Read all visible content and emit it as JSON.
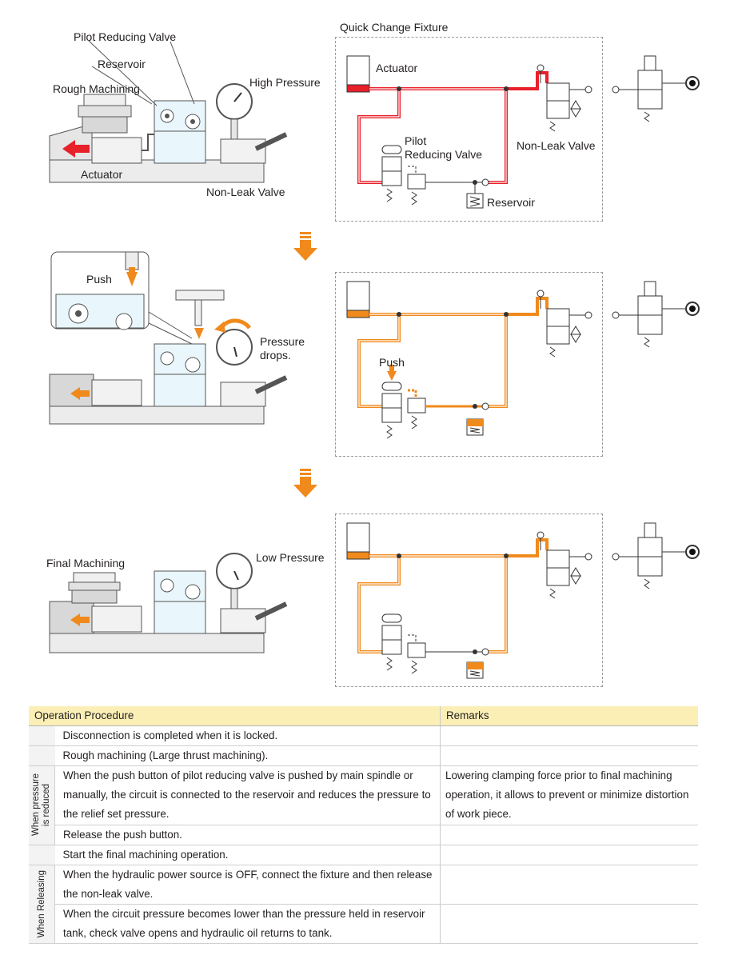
{
  "labels": {
    "quick_change_fixture": "Quick Change Fixture",
    "pilot_reducing_valve": "Pilot Reducing Valve",
    "reservoir": "Reservoir",
    "rough_machining": "Rough Machining",
    "high_pressure": "High Pressure",
    "actuator": "Actuator",
    "non_leak_valve": "Non-Leak Valve",
    "push": "Push",
    "pressure_drops_1": "Pressure",
    "pressure_drops_2": "drops.",
    "final_machining": "Final Machining",
    "low_pressure": "Low Pressure",
    "circ_actuator": "Actuator",
    "circ_pilot_1": "Pilot",
    "circ_pilot_2": "Reducing Valve",
    "circ_non_leak": "Non-Leak Valve",
    "circ_reservoir": "Reservoir",
    "circ_push": "Push"
  },
  "colors": {
    "high_pressure_line": "#e8202a",
    "low_pressure_line": "#f08a1c",
    "arrow_orange": "#f08a1c",
    "table_header": "#fbefb6",
    "row_shade": "#f3f3f3"
  },
  "table": {
    "headers": {
      "procedure": "Operation Procedure",
      "remarks": "Remarks"
    },
    "groups": {
      "reduced_1": "When pressure",
      "reduced_2": "is reduced",
      "releasing": "When Releasing"
    },
    "rows": [
      {
        "text": "Disconnection is completed when it is locked.",
        "remark": ""
      },
      {
        "text": "Rough machining (Large thrust machining).",
        "remark": ""
      },
      {
        "text": "When the push button of pilot reducing valve is pushed by main spindle or manually, the circuit is connected to the reservoir and reduces the pressure to the relief set pressure.",
        "remark": "Lowering clamping force prior to final machining operation, it allows to prevent or minimize distortion of work piece."
      },
      {
        "text": "Release the push button.",
        "remark": ""
      },
      {
        "text": "Start the final machining operation.",
        "remark": ""
      },
      {
        "text": "When the hydraulic power source is OFF, connect the fixture and then release the non-leak valve.",
        "remark": ""
      },
      {
        "text": "When the circuit pressure becomes lower than the pressure held in reservoir tank, check valve opens and hydraulic oil returns to tank.",
        "remark": ""
      }
    ]
  }
}
